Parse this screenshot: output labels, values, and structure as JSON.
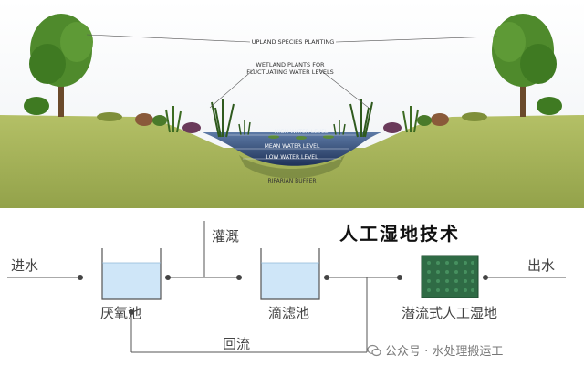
{
  "cross_section": {
    "upland_label": "UPLAND SPECIES PLANTING",
    "wetland_label_line1": "WETLAND PLANTS FOR",
    "wetland_label_line2": "FLUCTUATING WATER LEVELS",
    "high_water": "HIGH WATER LEVEL",
    "mean_water": "MEAN WATER LEVEL",
    "low_water": "LOW WATER LEVEL",
    "riparian": "RIPARIAN BUFFER"
  },
  "flow": {
    "title": "人工湿地技术",
    "inflow": "进水",
    "tank1": "厌氧池",
    "irrigation": "灌溉",
    "tank2": "滴滤池",
    "wetland": "潜流式人工湿地",
    "outflow": "出水",
    "recirculation": "回流"
  },
  "watermark": {
    "text": "公众号 · 水处理搬运工"
  },
  "colors": {
    "sky": "#f2f4f6",
    "ground": "#a4b25c",
    "ground_dark": "#7f8c3e",
    "water": "#2f4a78",
    "tree": "#4f8a2c",
    "tank_water": "#cfe6f8",
    "wetland_block": "#2f6b45",
    "line": "#555555"
  }
}
